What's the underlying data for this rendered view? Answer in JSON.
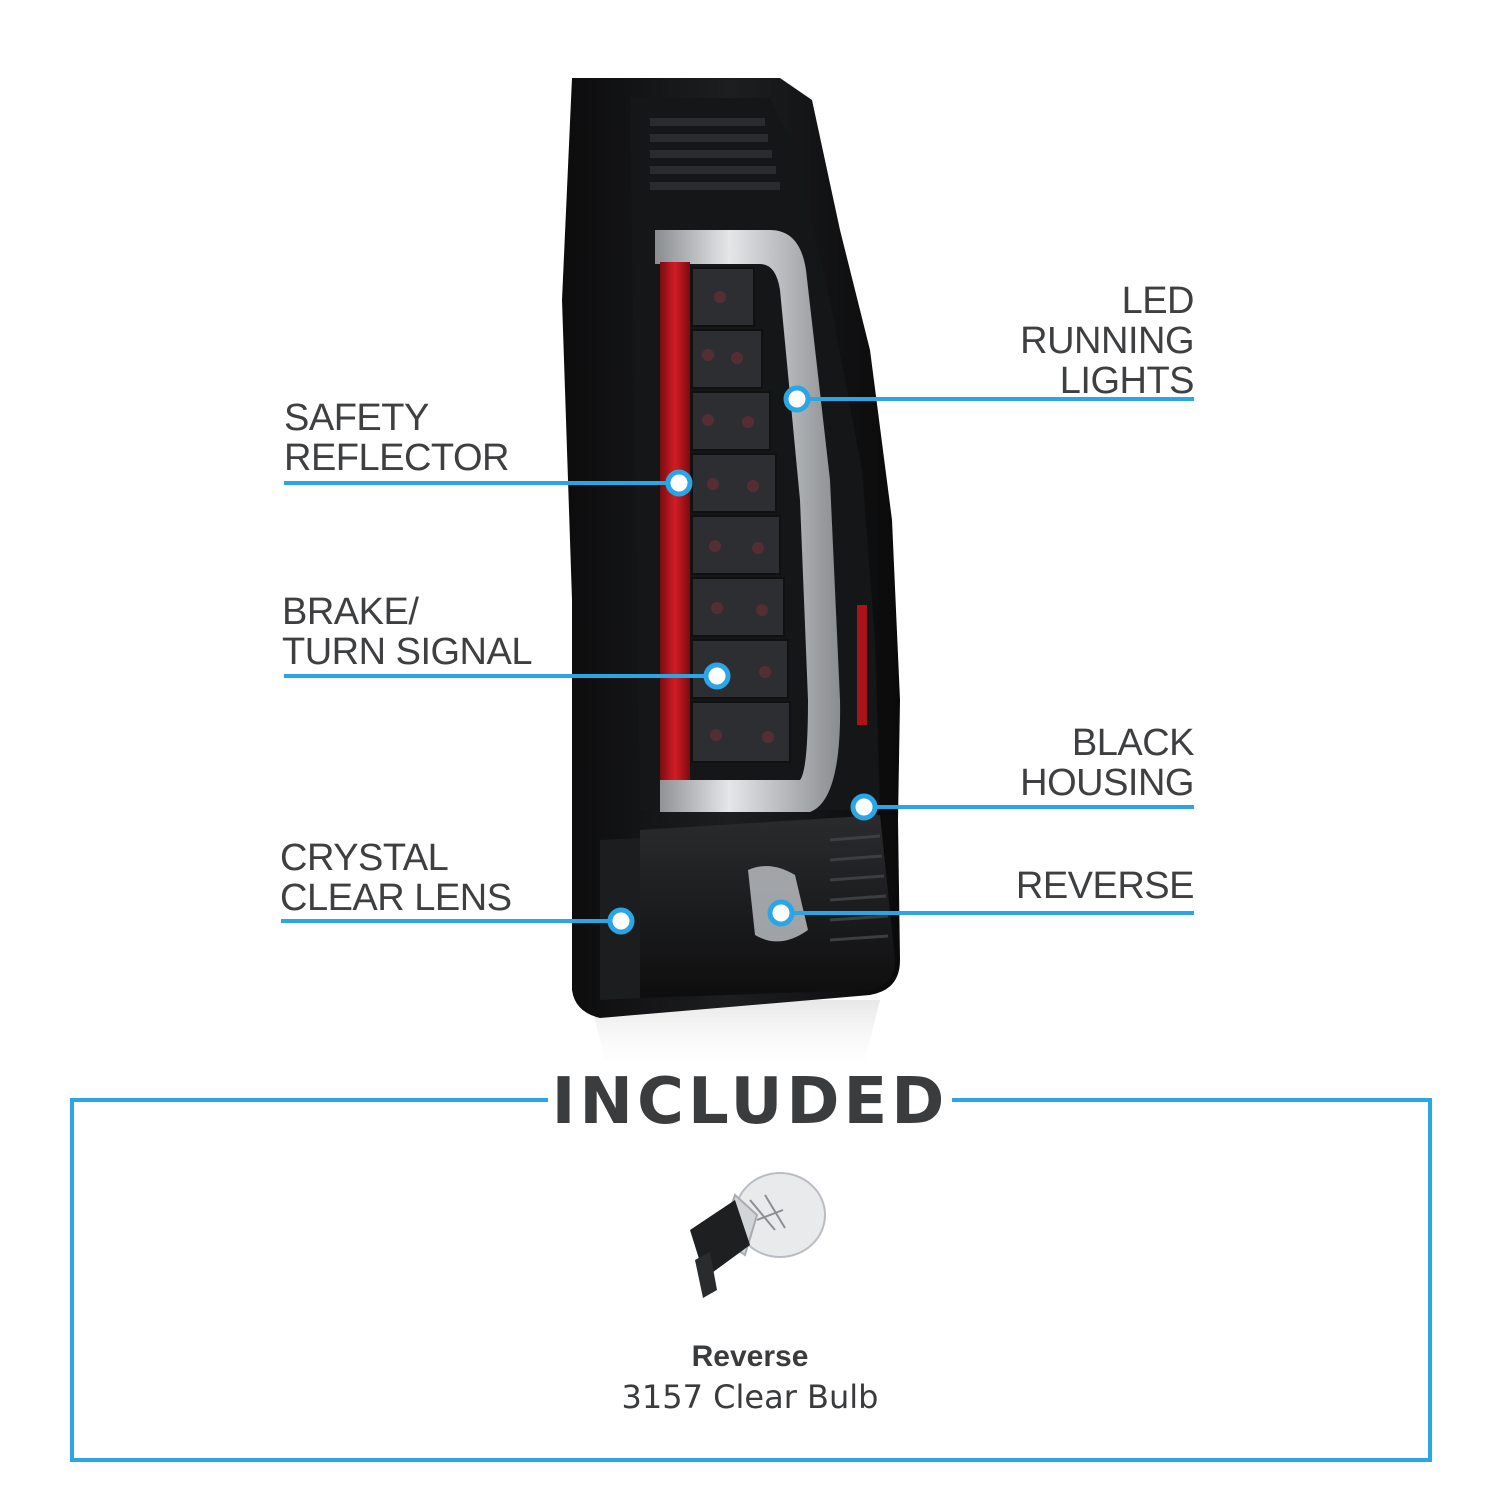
{
  "callouts": {
    "led_running_lights": "LED\nRUNNING\nLIGHTS",
    "safety_reflector": "SAFETY\nREFLECTOR",
    "brake_turn_signal": "BRAKE/\nTURN SIGNAL",
    "black_housing": "BLACK\nHOUSING",
    "crystal_clear_lens": "CRYSTAL\nCLEAR LENS",
    "reverse": "REVERSE"
  },
  "included": {
    "title": "INCLUDED",
    "bulb_name": "Reverse",
    "bulb_desc": "3157 Clear Bulb"
  },
  "colors": {
    "accent": "#2aa6e6",
    "text": "#3e3f41",
    "housing": "#111214",
    "reflector": "#c8161d"
  },
  "icons": {
    "callout_dot": "callout-dot-icon",
    "bulb": "bulb-icon"
  }
}
